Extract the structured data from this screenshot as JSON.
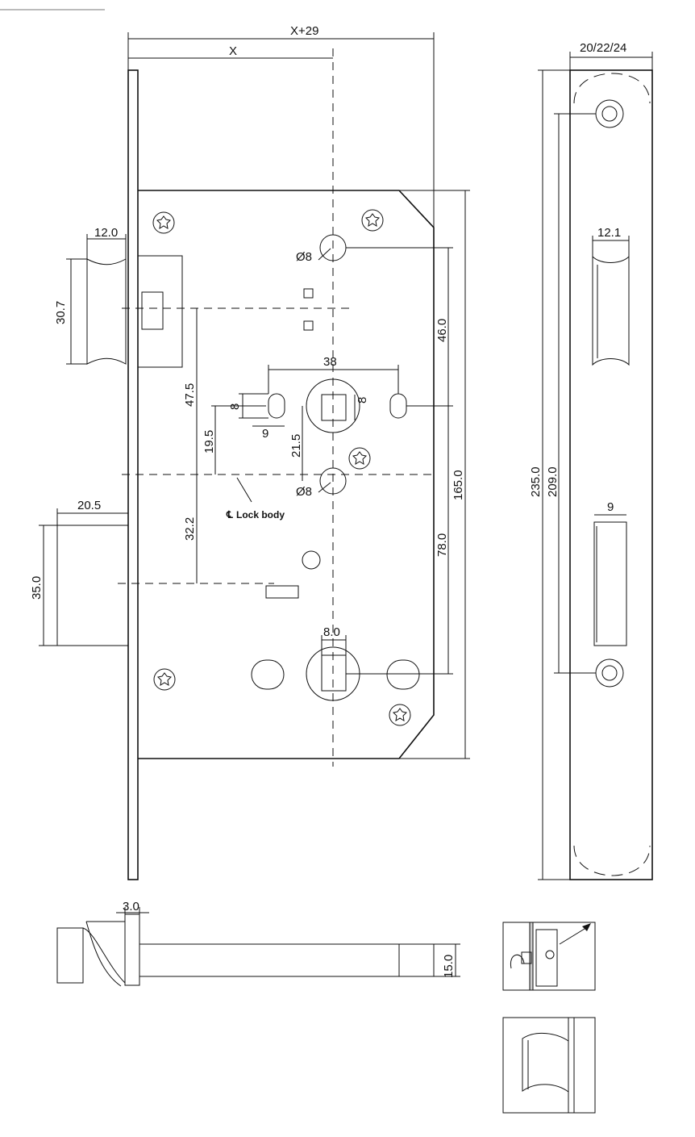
{
  "dimensions": {
    "x_plus_29": "X+29",
    "x": "X",
    "faceplate_thickness": "20/22/24",
    "latch_width": "12.0",
    "latch_height": "30.7",
    "hole_diameter_top": "Ø8",
    "hole_diameter_mid": "Ø8",
    "dist_46": "46.0",
    "dist_38": "38",
    "dist_47_5": "47.5",
    "dist_8": "8",
    "dist_9": "9",
    "dist_19_5": "19.5",
    "dist_21_5": "21.5",
    "dist_8_spindle": "8",
    "dist_165": "165.0",
    "dist_32_2": "32.2",
    "deadbolt_width": "20.5",
    "deadbolt_height": "35.0",
    "dist_78": "78.0",
    "dist_8_0": "8.0",
    "strike_latch_width": "12.1",
    "strike_bolt_width": "9",
    "faceplate_length": "235.0",
    "screw_spacing": "209.0",
    "bolt_plate": "3.0",
    "bolt_height": "15.0"
  },
  "labels": {
    "lock_body": "Lock body"
  },
  "colors": {
    "line": "#111111",
    "background": "#ffffff",
    "shading": "#cccccc"
  }
}
